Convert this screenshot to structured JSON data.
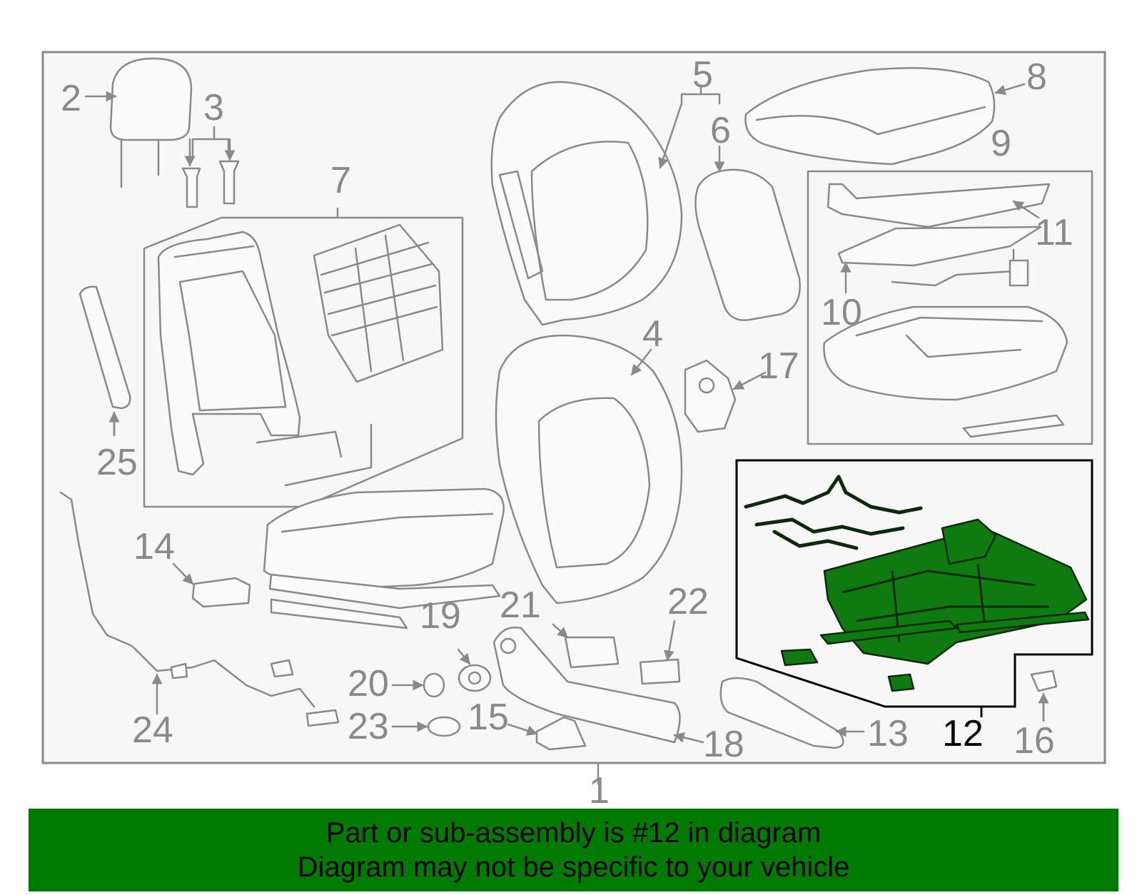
{
  "diagram": {
    "highlight_color": "#0f7a0f",
    "highlighted_part": "12",
    "callouts": [
      "1",
      "2",
      "3",
      "4",
      "5",
      "6",
      "7",
      "8",
      "9",
      "10",
      "11",
      "12",
      "13",
      "14",
      "15",
      "16",
      "17",
      "18",
      "19",
      "20",
      "21",
      "22",
      "23",
      "24",
      "25"
    ]
  },
  "banner": {
    "background": "#007a00",
    "line1": "Part or sub-assembly is #12 in diagram",
    "line2": "Diagram may not be specific to your vehicle"
  }
}
